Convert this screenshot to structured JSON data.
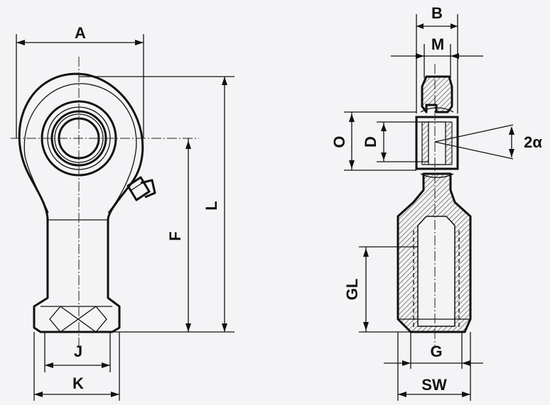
{
  "labels": {
    "A": "A",
    "J": "J",
    "K": "K",
    "F": "F",
    "L": "L",
    "B": "B",
    "M": "M",
    "O": "O",
    "D": "D",
    "alpha": "2α",
    "GL": "GL",
    "G": "G",
    "SW": "SW"
  },
  "colors": {
    "background": "#f4f4f6",
    "ink": "#111111",
    "hatch": "#555555"
  }
}
